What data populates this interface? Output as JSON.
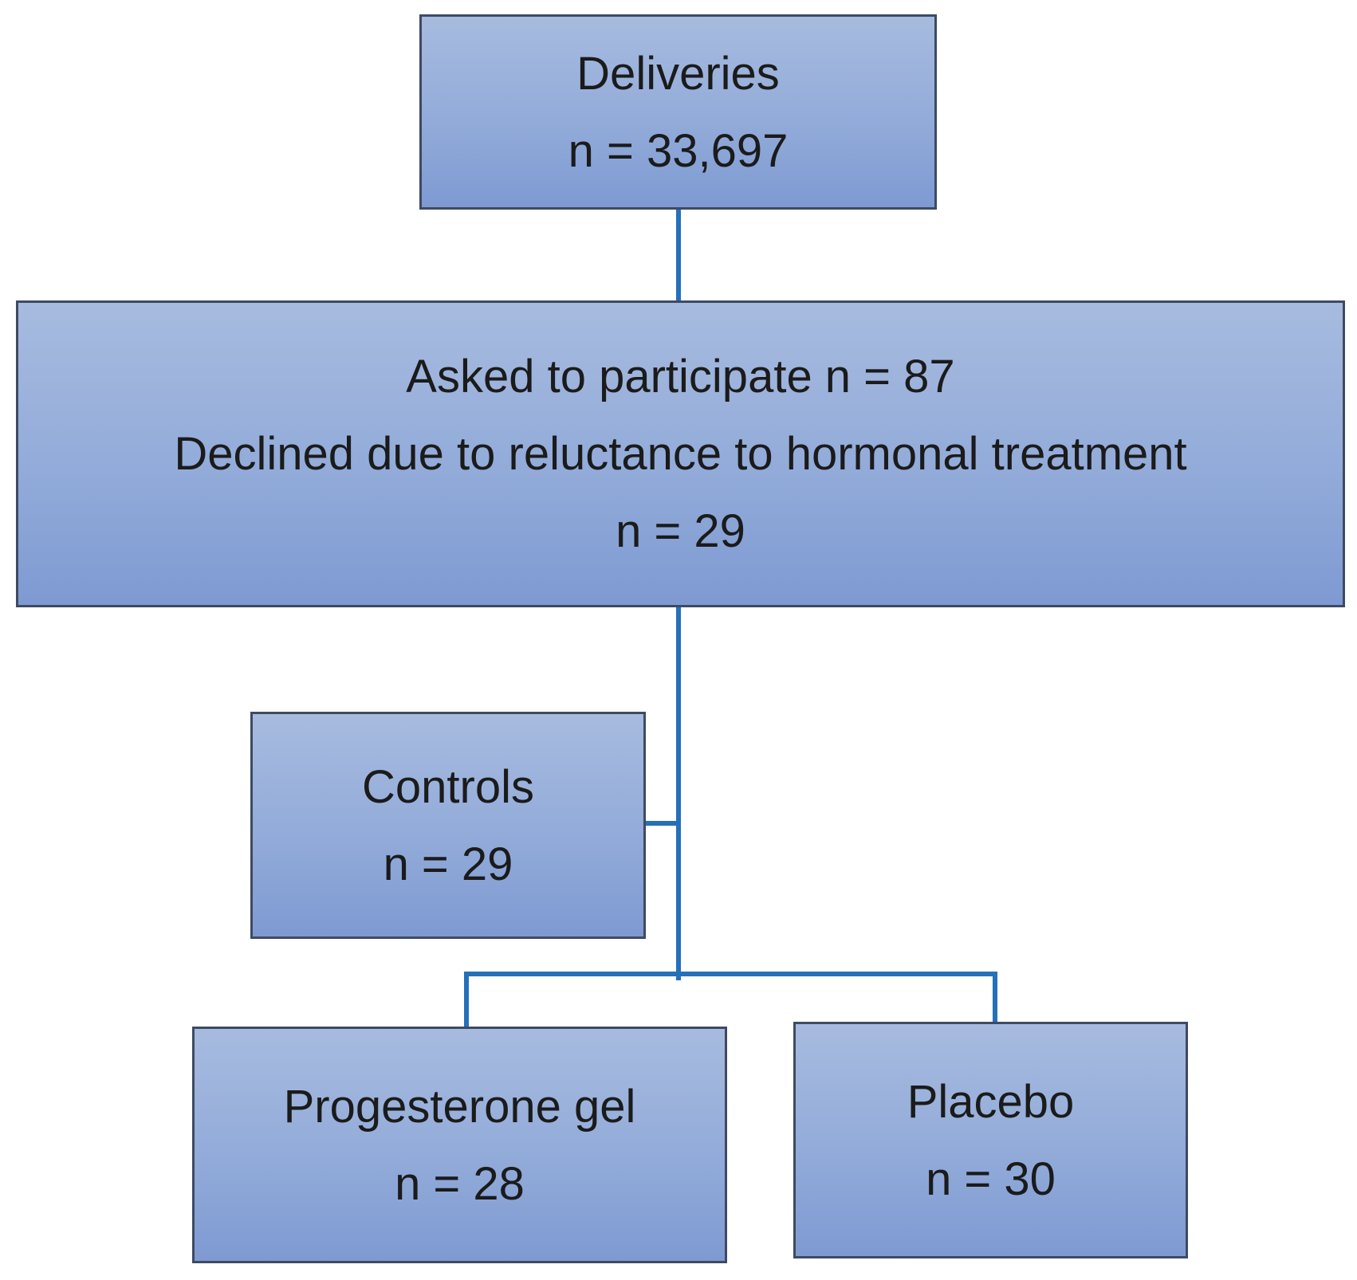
{
  "diagram": {
    "type": "flowchart",
    "description": "Participant flow diagram",
    "nodes": {
      "deliveries": {
        "line1": "Deliveries",
        "line2": "n = 33,697"
      },
      "asked": {
        "line1": "Asked to participate n = 87",
        "line2": "Declined due to reluctance to hormonal treatment",
        "line3": "n = 29"
      },
      "controls": {
        "line1": "Controls",
        "line2": "n = 29"
      },
      "progesterone": {
        "line1": "Progesterone gel",
        "line2": "n = 28"
      },
      "placebo": {
        "line1": "Placebo",
        "line2": "n = 30"
      }
    },
    "edges": [
      "deliveries -> asked",
      "asked -> controls",
      "asked -> progesterone",
      "asked -> placebo"
    ],
    "colors": {
      "background": "#ffffff",
      "box_fill_top": "#a7bbdf",
      "box_fill_mid": "#92abd9",
      "box_fill_bottom": "#7e9ad2",
      "box_border": "#3e4a63",
      "connector": "#2570b9",
      "text": "#1b1b1b"
    }
  }
}
